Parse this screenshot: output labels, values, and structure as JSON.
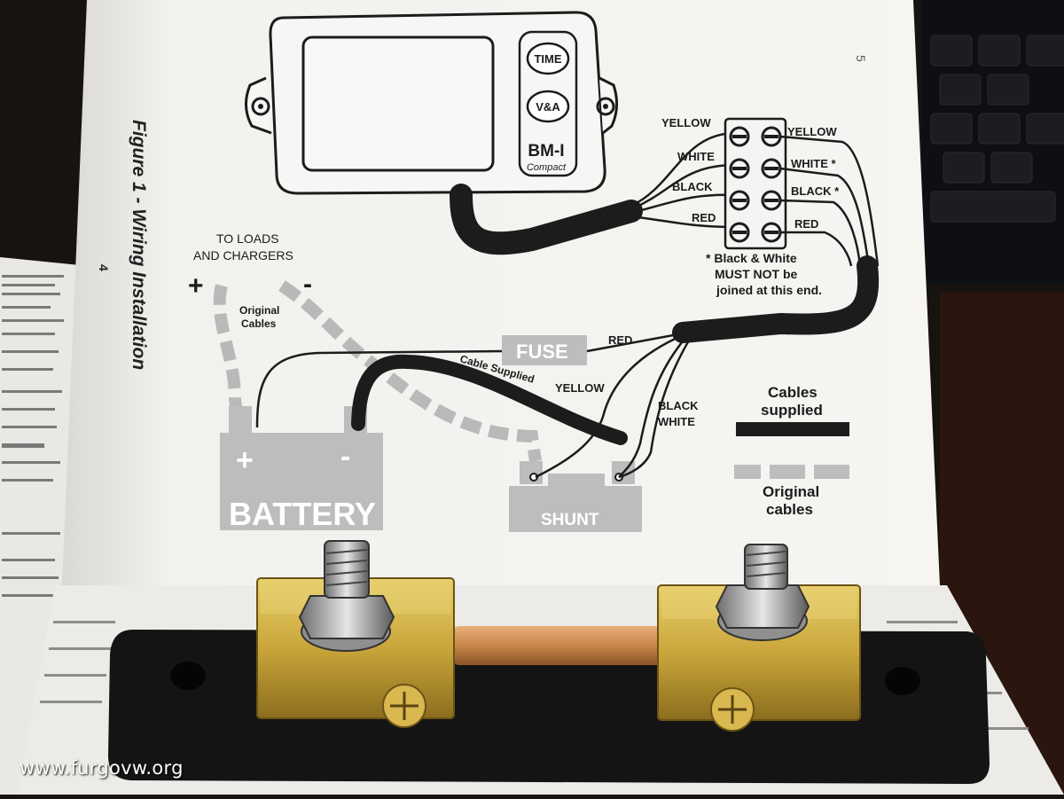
{
  "figure": {
    "title": "Figure 1 - Wiring Installation",
    "page_left": "4",
    "page_right": "5"
  },
  "monitor": {
    "btn_time": "TIME",
    "btn_va": "V&A",
    "model": "BM-I",
    "model_sub": "Compact"
  },
  "terminal": {
    "left_labels": [
      "YELLOW",
      "WHITE",
      "BLACK",
      "RED"
    ],
    "right_labels": [
      "YELLOW",
      "WHITE *",
      "BLACK *",
      "RED"
    ],
    "note": [
      "* Black & White",
      "MUST NOT be",
      "joined at this end."
    ]
  },
  "loads": {
    "line1": "TO LOADS",
    "line2": "AND CHARGERS",
    "plus": "+",
    "minus": "-",
    "orig1": "Original",
    "orig2": "Cables"
  },
  "wires": {
    "fuse": "FUSE",
    "red": "RED",
    "cable_supplied": "Cable Supplied",
    "yellow": "YELLOW",
    "black": "BLACK",
    "white": "WHITE"
  },
  "battery": {
    "label": "BATTERY",
    "plus": "+",
    "minus": "-"
  },
  "shunt": {
    "label": "SHUNT"
  },
  "legend": {
    "supplied1": "Cables",
    "supplied2": "supplied",
    "original1": "Original",
    "original2": "cables"
  },
  "watermark": "www.furgovw.org",
  "colors": {
    "paper": "#f4f3f0",
    "ink": "#1c1c1c",
    "gray_component": "#b9b9b9",
    "brass": "#c9a63a",
    "shunt_base": "#111111",
    "copper_bar": "#c8864a"
  }
}
